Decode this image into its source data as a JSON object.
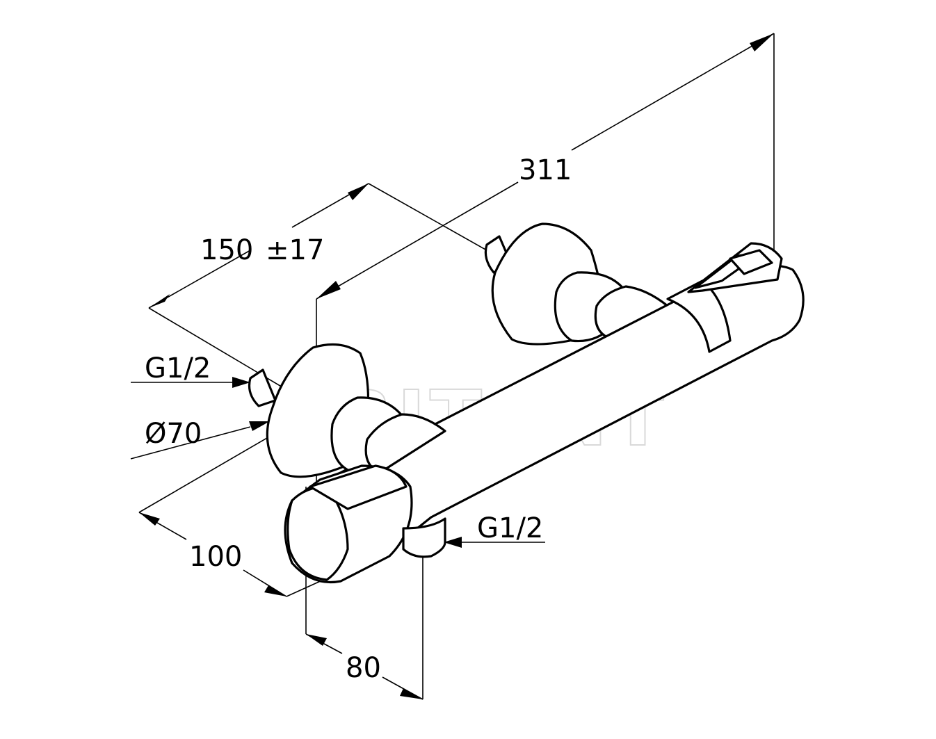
{
  "watermark": "ABITANT",
  "dimensions": {
    "overall_length": "311",
    "center_distance": "150",
    "center_tolerance": "±17",
    "inlet_thread_left": "G1/2",
    "rosette_diameter": "Ø70",
    "wall_offset": "100",
    "outlet_offset": "80",
    "outlet_thread": "G1/2"
  }
}
